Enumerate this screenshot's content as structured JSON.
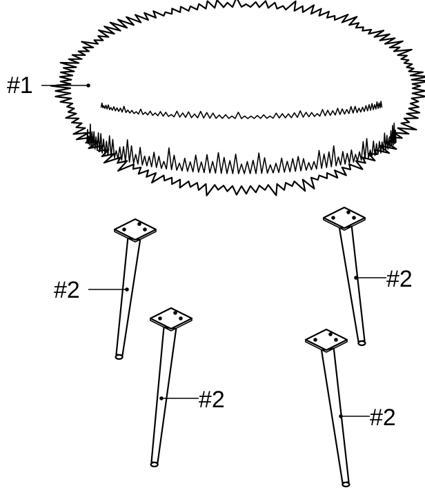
{
  "diagram": {
    "parts": [
      {
        "id": "ottoman-top",
        "label": "#1",
        "count": 1
      },
      {
        "id": "leg",
        "label": "#2",
        "count": 4
      }
    ],
    "callouts": {
      "top": "#1",
      "leg_a": "#2",
      "leg_b": "#2",
      "leg_c": "#2",
      "leg_d": "#2"
    },
    "colors": {
      "line": "#000000",
      "background": "#ffffff"
    }
  }
}
